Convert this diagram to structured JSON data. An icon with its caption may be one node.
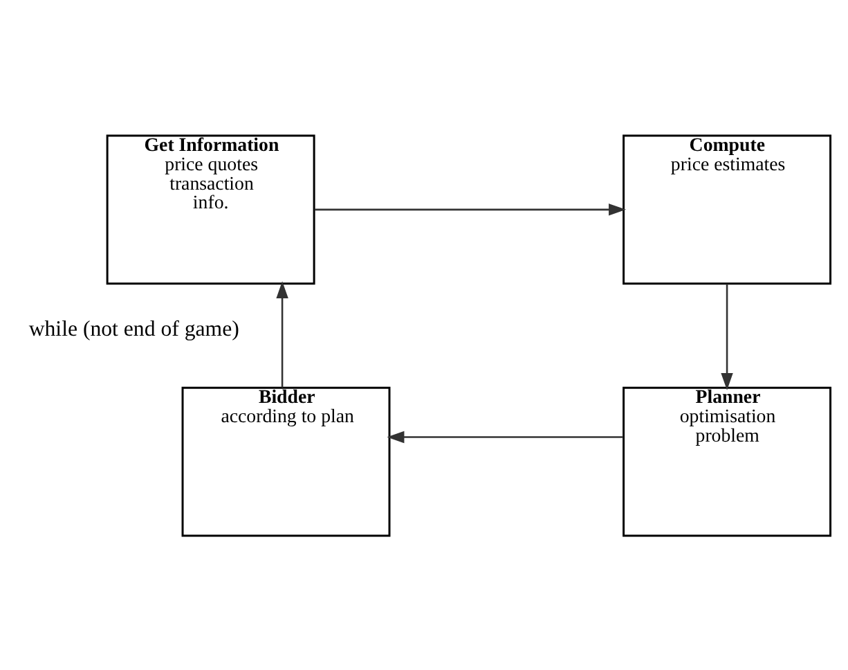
{
  "diagram": {
    "nodes": [
      {
        "text": [
          "Get Information",
          "price quotes transaction info."
        ]
      },
      {
        "text": [
          "Compute",
          "price estimates"
        ]
      },
      {
        "text": [
          "Planner",
          "optimisation problem"
        ]
      },
      {
        "text": [
          "Bidder",
          "according to plan"
        ]
      }
    ],
    "edges": [
      {
        "from": 0,
        "to": 1,
        "arrow": "to"
      },
      {
        "from": 1,
        "to": 2,
        "arrow": "to"
      },
      {
        "from": 2,
        "to": 3,
        "arrow": "to"
      },
      {
        "from": 3,
        "to": 0,
        "arrow": "to"
      }
    ],
    "labels": [
      "while (not end of game)"
    ]
  }
}
